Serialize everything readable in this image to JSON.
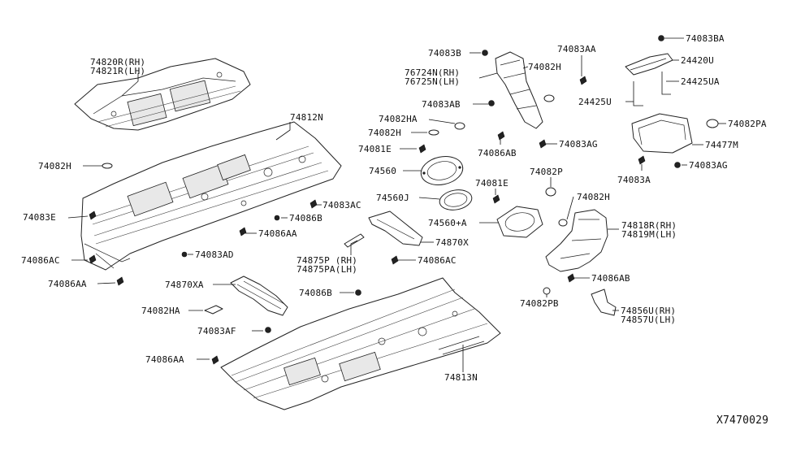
{
  "diagram_id": "X7470029",
  "labels": {
    "l74820R": "74820R(RH)",
    "l74821R": "74821R(LH)",
    "l74812N": "74812N",
    "l74082H_a": "74082H",
    "l74083E": "74083E",
    "l74086AC_a": "74086AC",
    "l74086AA_a": "74086AA",
    "l74083AC": "74083AC",
    "l74086B_a": "74086B",
    "l74086AA_b": "74086AA",
    "l74083AD": "74083AD",
    "l74083B": "74083B",
    "l76724N": "76724N(RH)",
    "l76725N": "76725N(LH)",
    "l74083AB": "74083AB",
    "l74082HA_a": "74082HA",
    "l74082H_b": "74082H",
    "l74081E_a": "74081E",
    "l74560": "74560",
    "l74560J": "74560J",
    "l74082H_c": "74082H",
    "l74086AB_a": "74086AB",
    "l74083AG_a": "74083AG",
    "l74083AA": "74083AA",
    "l74083BA": "74083BA",
    "l24420U": "24420U",
    "l24425UA": "24425UA",
    "l24425U": "24425U",
    "l74082PA": "74082PA",
    "l74477M": "74477M",
    "l74083A": "74083A",
    "l74083AG_b": "74083AG",
    "l74082P": "74082P",
    "l74081E_b": "74081E",
    "l74082H_d": "74082H",
    "l74560A": "74560+A",
    "l74870X": "74870X",
    "l74818R": "74818R(RH)",
    "l74819M": "74819M(LH)",
    "l74086AC_b": "74086AC",
    "l74875P": "74875P (RH)",
    "l74875PA": "74875PA(LH)",
    "l74086AB_b": "74086AB",
    "l74870XA": "74870XA",
    "l74086B_b": "74086B",
    "l74082HA_b": "74082HA",
    "l74083AF": "74083AF",
    "l74082PB": "74082PB",
    "l74856U": "74856U(RH)",
    "l74857U": "74857U(LH)",
    "l74086AA_c": "74086AA",
    "l74813N": "74813N"
  }
}
